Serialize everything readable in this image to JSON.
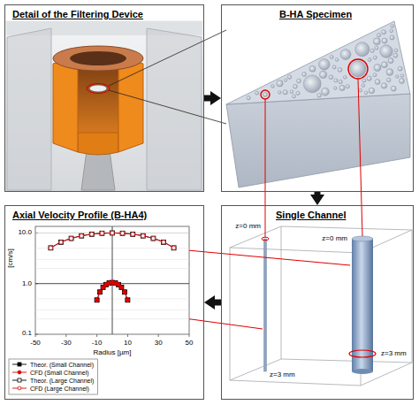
{
  "diagram": {
    "nodes": [
      {
        "text": [
          "Detail of the Filtering Device"
        ]
      },
      {
        "text": [
          "B-HA Specimen"
        ]
      },
      {
        "text": [
          "Axial Velocity Profile (B-HA4)"
        ]
      },
      {
        "text": [
          "Single Channel"
        ]
      }
    ],
    "edges": [
      {
        "from": 0,
        "to": 1,
        "arrow": "to"
      },
      {
        "from": 1,
        "to": 3,
        "arrow": "to"
      },
      {
        "from": 3,
        "to": 2,
        "arrow": "to"
      }
    ],
    "labels": [
      "10.0",
      "1.0",
      "0.1",
      "[cm/s]",
      "-50",
      "-30",
      "-10",
      "10",
      "30",
      "50",
      "Radius [µm]",
      "z=0 mm",
      "z=0 mm",
      "z=3 mm",
      "z=3 mm"
    ],
    "legend": [
      {
        "text": "Theor. (Small Channel)"
      },
      {
        "text": "CFD (Small Channel)"
      },
      {
        "text": "Theor. (Large Channel)"
      },
      {
        "text": "CFD (Large Channel)"
      }
    ]
  }
}
